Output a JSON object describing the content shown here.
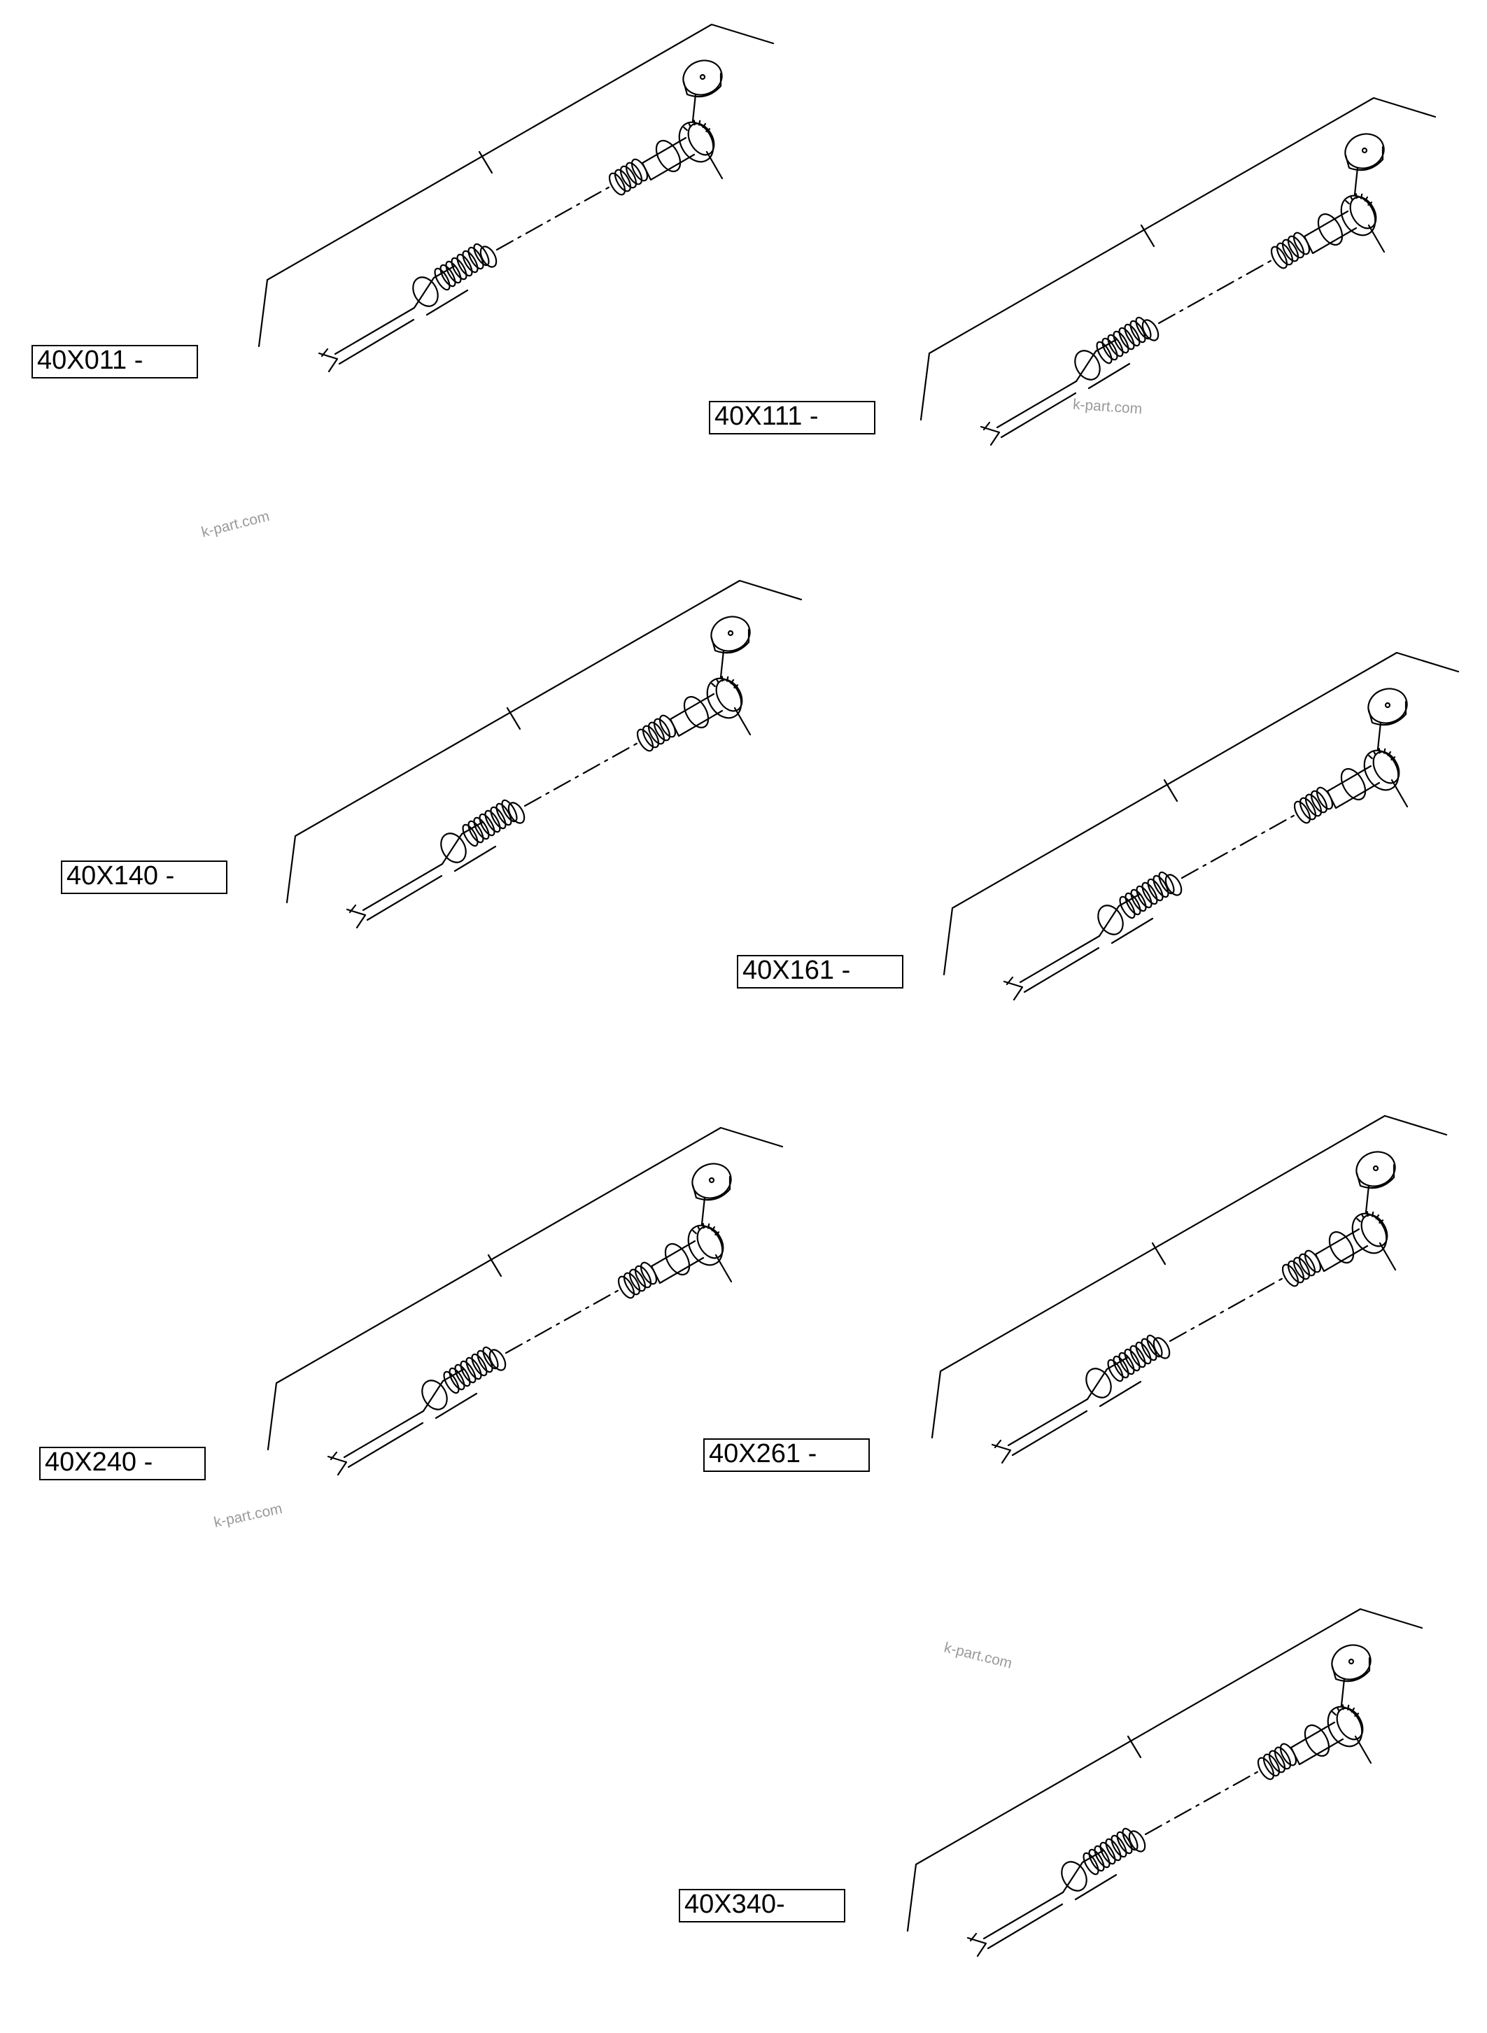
{
  "labels": [
    {
      "text": "40X011 -"
    },
    {
      "text": "40X111 -"
    },
    {
      "text": "40X140 -"
    },
    {
      "text": "40X161 -"
    },
    {
      "text": "40X240 -"
    },
    {
      "text": "40X261 -"
    },
    {
      "text": "40X340-"
    }
  ],
  "watermark": "k-part.com",
  "colors": {
    "line": "#000000",
    "watermark": "#9a9a9a"
  }
}
